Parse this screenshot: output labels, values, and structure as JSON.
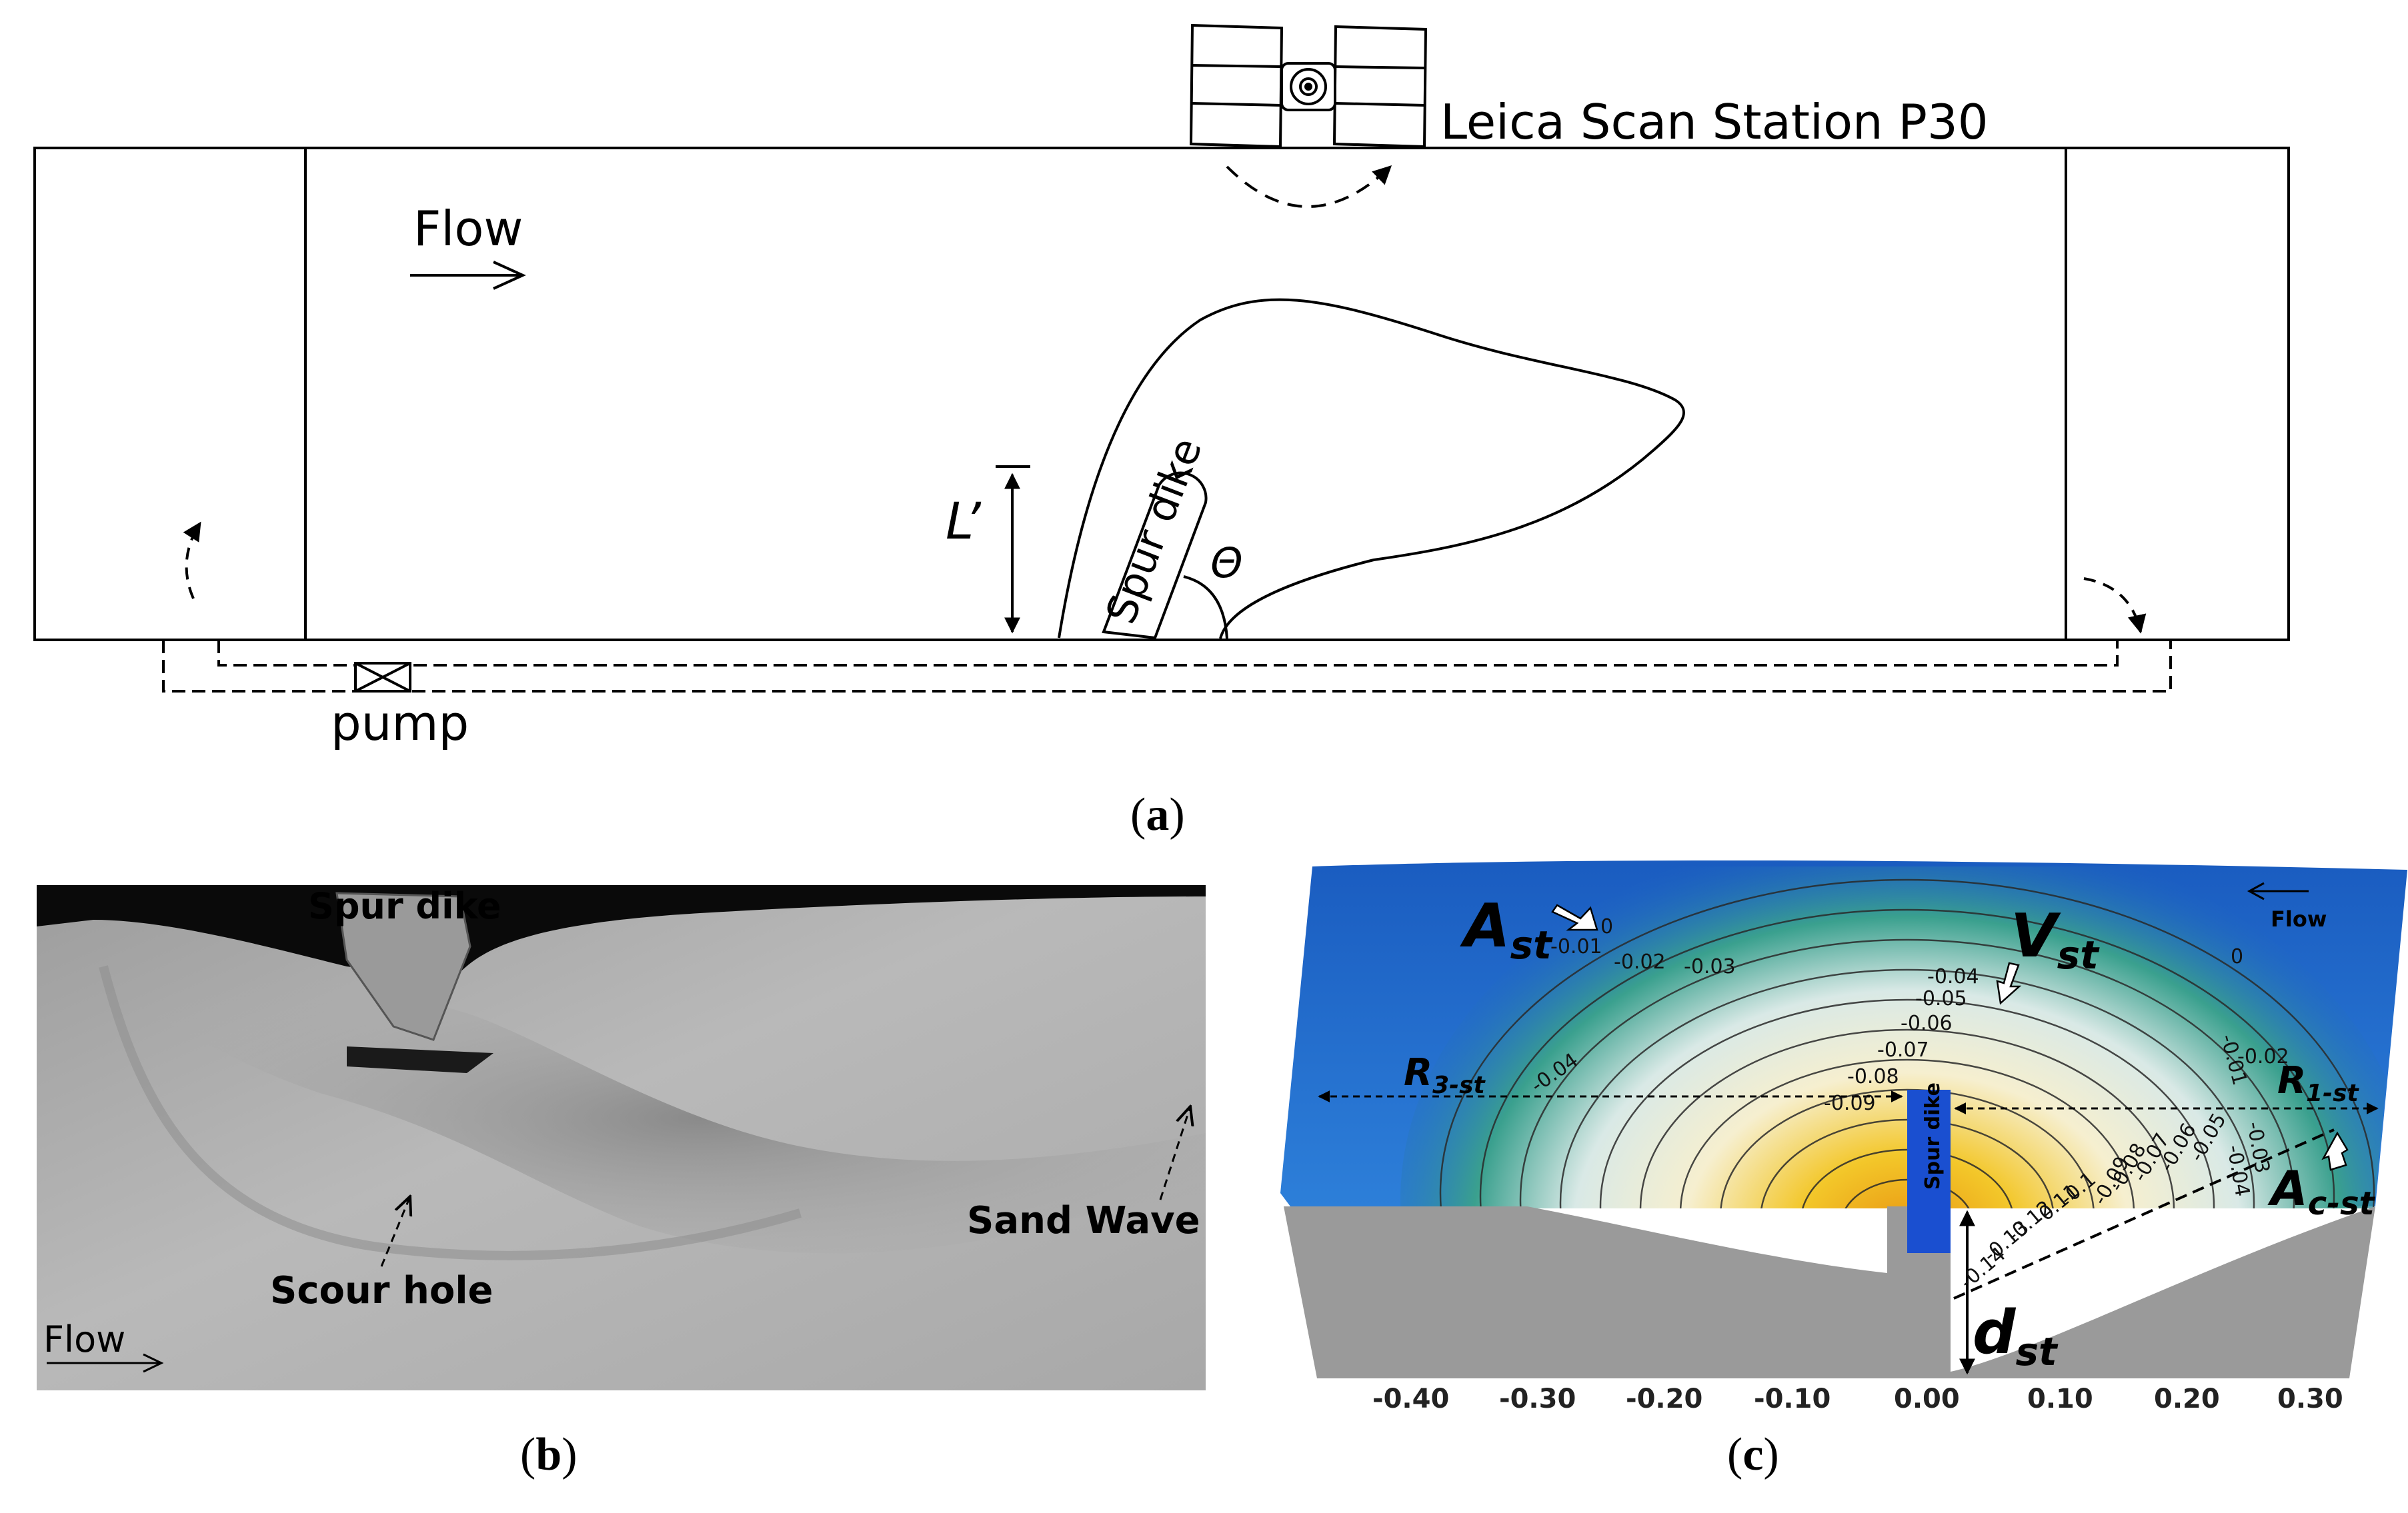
{
  "panel_a": {
    "scanner_label": "Leica Scan Station P30",
    "flow_label": "Flow",
    "length_label": "L’",
    "angle_label": "Θ",
    "dike_label": "Spur dike",
    "pump_label": "pump",
    "caption_open": "(",
    "caption_letter": "a",
    "caption_close": ")"
  },
  "panel_b": {
    "dike_label": "Spur dike",
    "scour_label": "Scour hole",
    "sand_wave_label": "Sand Wave",
    "flow_label": "Flow",
    "caption_open": "(",
    "caption_letter": "b",
    "caption_close": ")"
  },
  "panel_c": {
    "flow_label": "Flow",
    "a_st": {
      "main": "A",
      "sub": "st"
    },
    "v_st": {
      "main": "V",
      "sub": "st"
    },
    "r3_st": {
      "main": "R",
      "sub": "3-st"
    },
    "r1_st": {
      "main": "R",
      "sub": "1-st"
    },
    "ac_st": {
      "main": "A",
      "sub": "c-st"
    },
    "d_st": {
      "main": "d",
      "sub": "st"
    },
    "dike_label": "Spur dike",
    "contour_labels": [
      "0",
      "-0.01",
      "-0.02",
      "-0.03",
      "-0.04",
      "-0.05",
      "-0.06",
      "-0.07",
      "-0.08",
      "-0.09",
      "-0.04",
      "0",
      "-0.01",
      "-0.02",
      "-0.03",
      "-0.04",
      "-0.05",
      "-0.06",
      "-0.07",
      "-0.08",
      "-0.09",
      "-0.1",
      "-0.11",
      "-0.12",
      "-0.13",
      "-0.14"
    ],
    "x_ticks": [
      "-0.40",
      "-0.30",
      "-0.20",
      "-0.10",
      "0.00",
      "0.10",
      "0.20",
      "0.30"
    ],
    "colors": {
      "blue": "#1f63c4",
      "yellow": "#f2b51a",
      "orange": "#e58f0f",
      "gray": "#9a9a9a"
    },
    "caption_open": "(",
    "caption_letter": "c",
    "caption_close": ")"
  }
}
